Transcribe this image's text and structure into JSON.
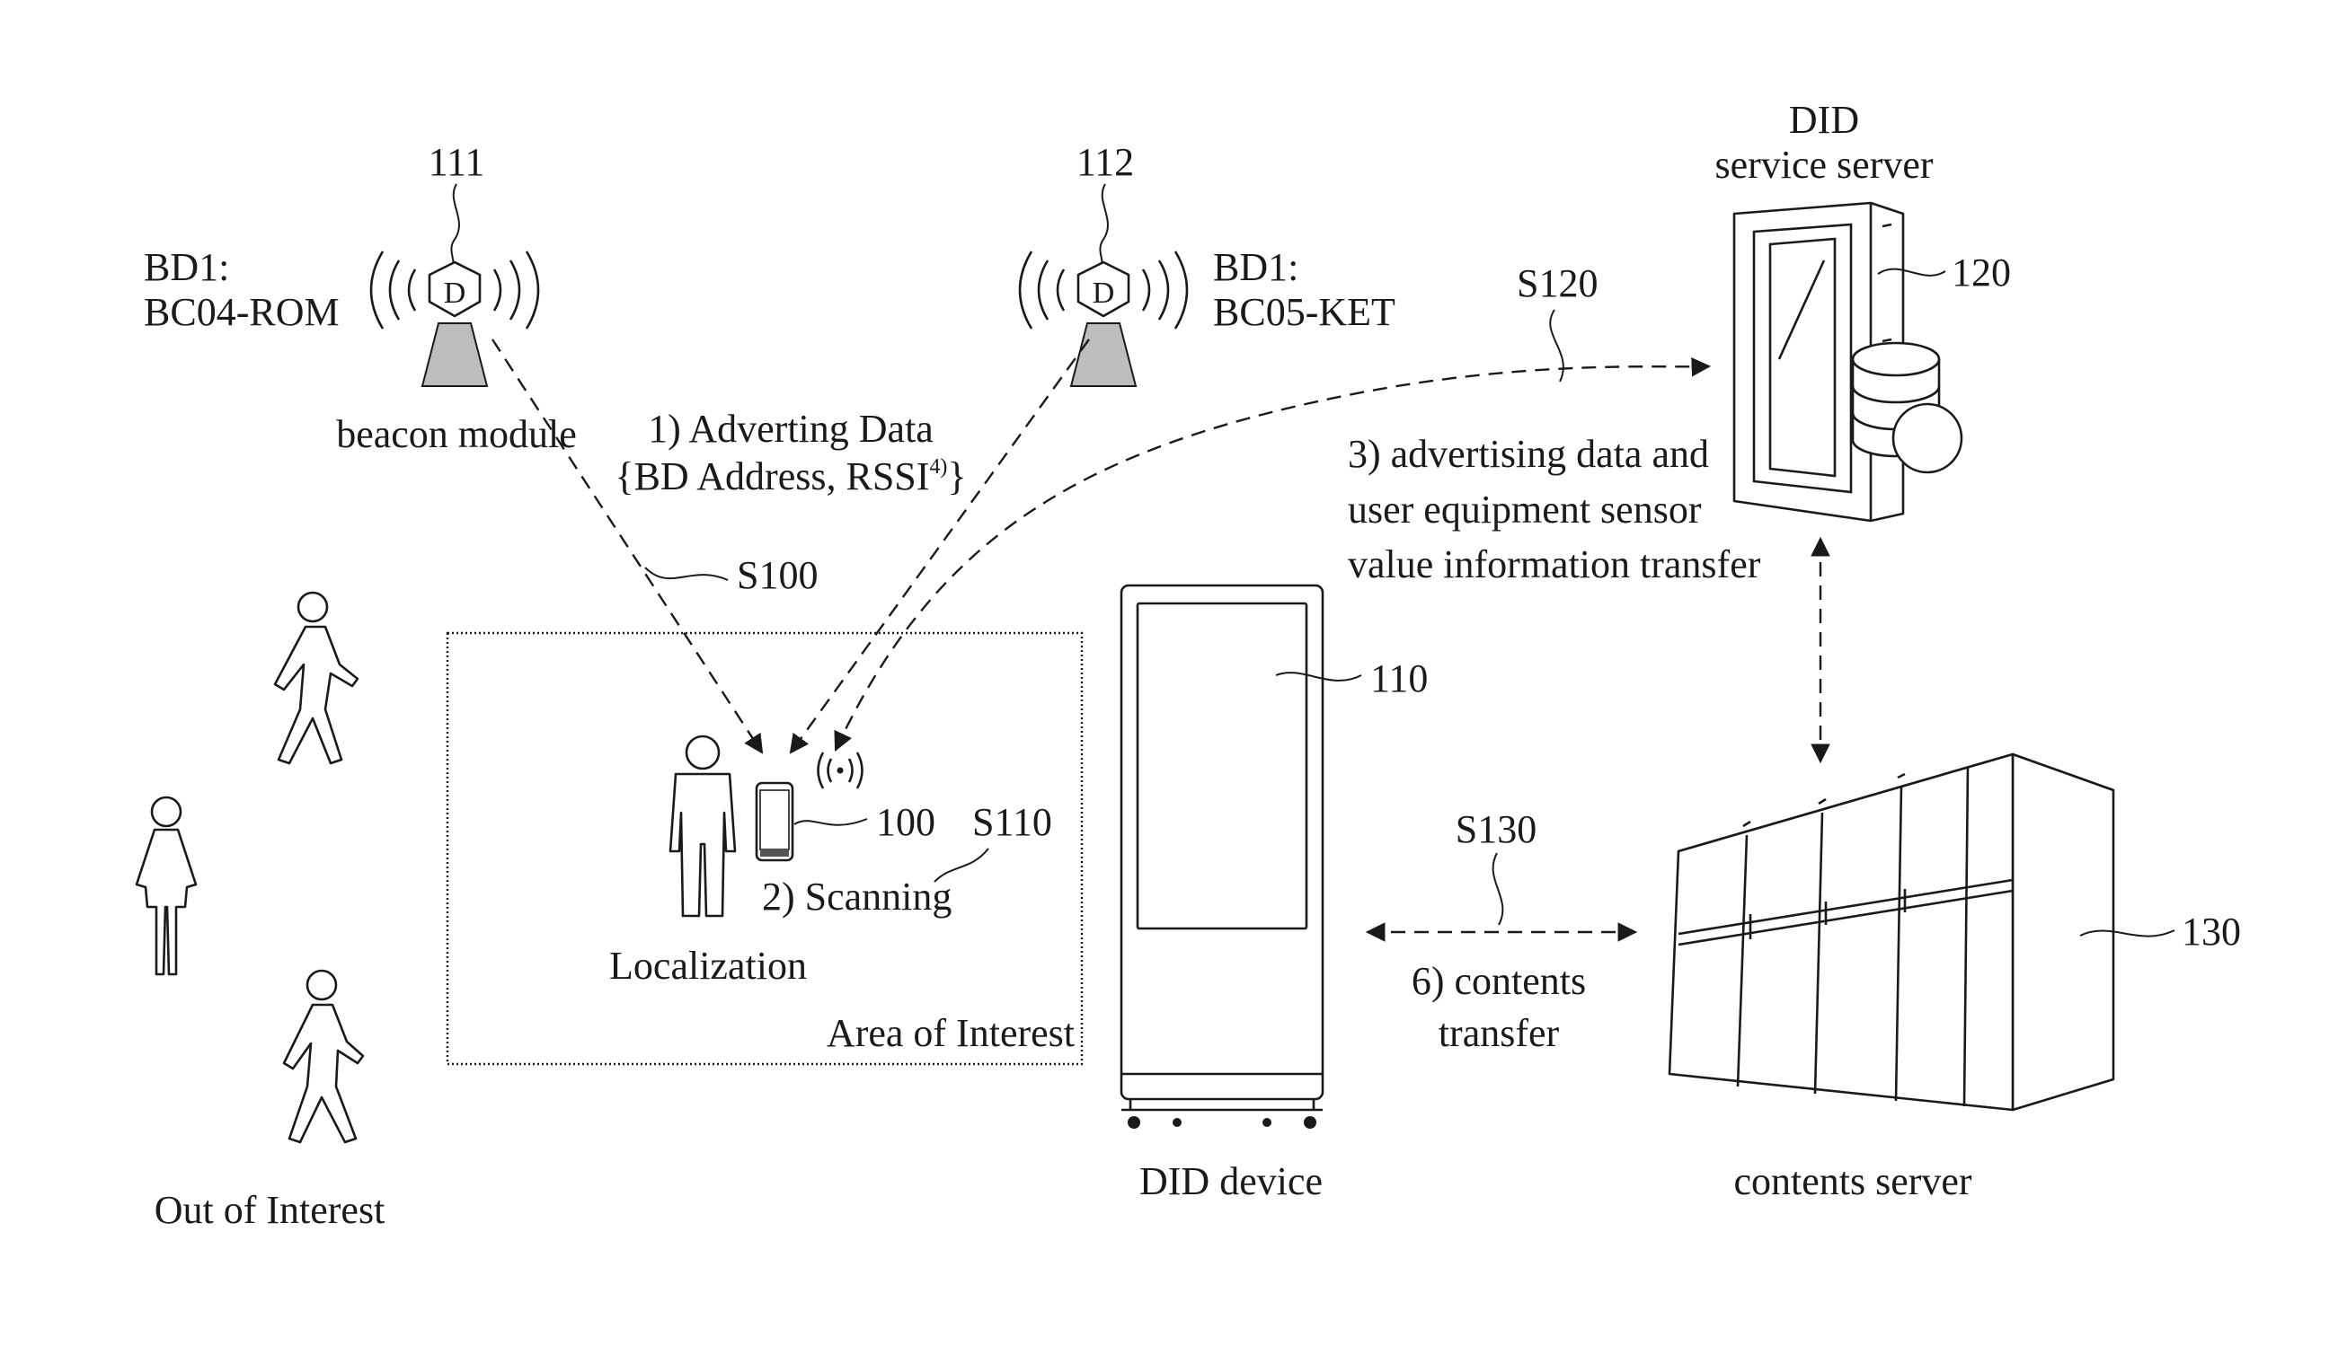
{
  "beacons": [
    {
      "ref": "111",
      "id_line1": "BD1:",
      "id_line2": "BC04-ROM",
      "caption": "beacon module"
    },
    {
      "ref": "112",
      "id_line1": "BD1:",
      "id_line2": "BC05-KET"
    }
  ],
  "did_service_server": {
    "title_line1": "DID",
    "title_line2": "service server",
    "ref": "120"
  },
  "did_device": {
    "caption": "DID device",
    "ref": "110"
  },
  "contents_server": {
    "caption": "contents server",
    "ref": "130"
  },
  "user_equipment": {
    "ref": "100"
  },
  "area_of_interest": {
    "label": "Area of Interest",
    "localization": "Localization"
  },
  "out_of_interest": {
    "label": "Out of Interest"
  },
  "steps": {
    "s100": {
      "code": "S100",
      "line1": "1) Adverting Data",
      "line2_prefix": "{BD Address, RSSI",
      "line2_sup": "4)",
      "line2_suffix": "}"
    },
    "s110": {
      "code": "S110",
      "label": "2) Scanning"
    },
    "s120": {
      "code": "S120",
      "line1": "3) advertising data and",
      "line2": "user equipment sensor",
      "line3": "value information transfer"
    },
    "s130": {
      "code": "S130",
      "line1": "6) contents",
      "line2": "transfer"
    }
  },
  "icons": [
    "beacon-tower-icon",
    "server-rack-icon",
    "database-icon",
    "smartphone-icon",
    "signal-icon",
    "person-icon",
    "walking-person-icon",
    "woman-icon",
    "kiosk-display-icon",
    "server-cabinet-icon"
  ]
}
